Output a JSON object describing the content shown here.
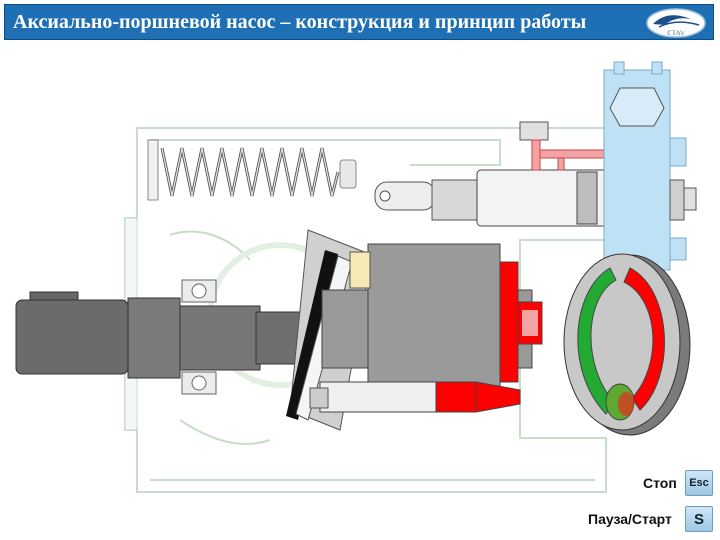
{
  "header": {
    "title": "Аксиально-поршневой насос – конструкция и принцип работы",
    "logo_icon": "logo-icon"
  },
  "controls": {
    "stop_label": "Стоп",
    "stop_key": "Esc",
    "pause_label": "Пауза/Старт",
    "pause_key": "S"
  },
  "colors": {
    "title_bar": "#1f6fb4",
    "pressure_red": "#ff0000",
    "suction_green": "#22aa33",
    "housing_outline": "#c9dcc9",
    "valve_body_blue": "#bfe1f5"
  }
}
